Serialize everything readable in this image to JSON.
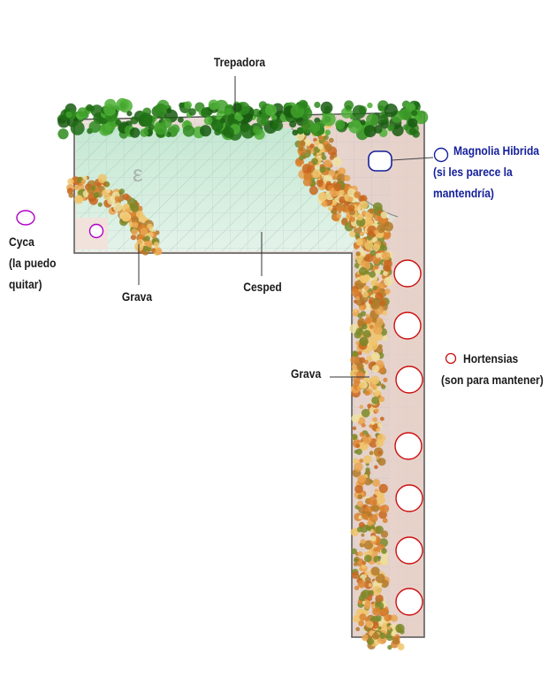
{
  "labels": {
    "trepadora": "Trepadora",
    "magnolia": [
      "Magnolia Hibrida",
      "(si les parece la",
      "mantendría)"
    ],
    "cyca": [
      "Cyca",
      "(la puedo",
      "quitar)"
    ],
    "grava_left": "Grava",
    "cesped": "Cesped",
    "grava_right": "Grava",
    "hortensias": [
      "Hortensias",
      "(son para mantener)"
    ]
  },
  "legend": {
    "magnolia_color": "#15209a",
    "cyca_color": "#b000c8",
    "hortensias_color": "#cc1010"
  },
  "colors": {
    "lawn": "#cdebd8",
    "climber": "#2f8a1e",
    "gravel": "#d98a3a",
    "paving": "#ecd9d2"
  }
}
